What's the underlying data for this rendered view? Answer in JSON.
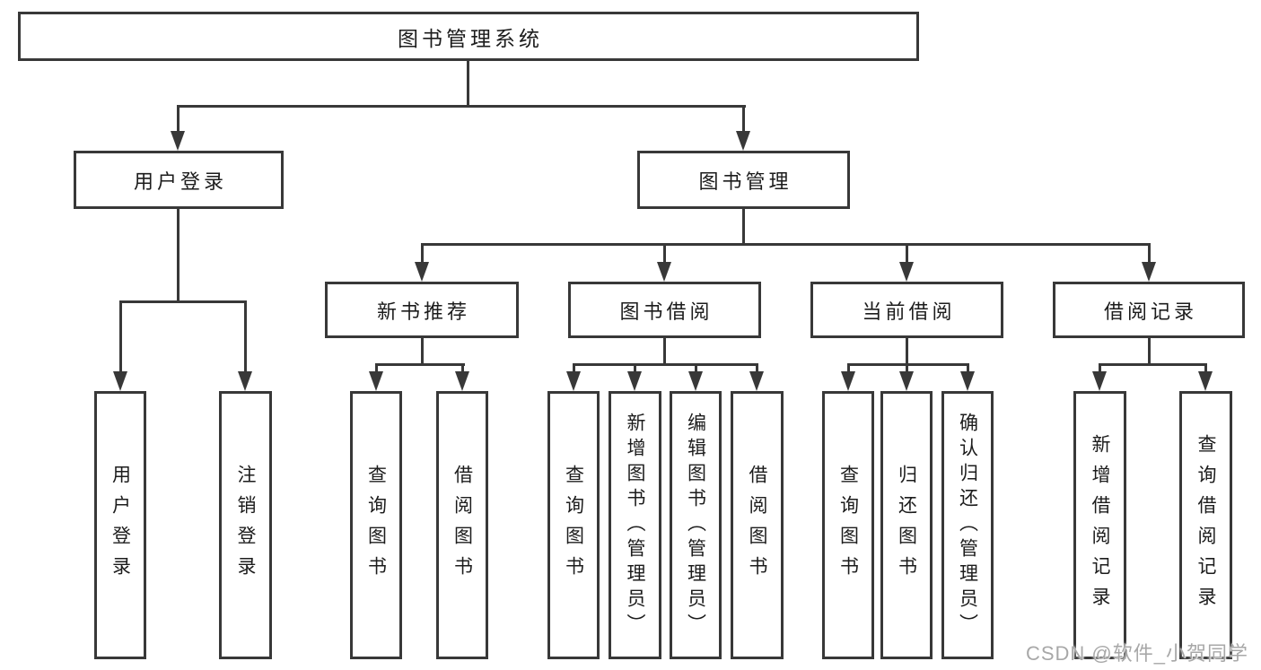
{
  "diagram_title": "图书管理系统",
  "tree": {
    "root": {
      "label": "图书管理系统",
      "children": [
        {
          "label": "用户登录",
          "children": [
            {
              "label": "用户登录"
            },
            {
              "label": "注销登录"
            }
          ]
        },
        {
          "label": "图书管理",
          "children": [
            {
              "label": "新书推荐",
              "children": [
                {
                  "label": "查询图书"
                },
                {
                  "label": "借阅图书"
                }
              ]
            },
            {
              "label": "图书借阅",
              "children": [
                {
                  "label": "查询图书"
                },
                {
                  "label": "新增图书（管理员）"
                },
                {
                  "label": "编辑图书（管理员）"
                },
                {
                  "label": "借阅图书"
                }
              ]
            },
            {
              "label": "当前借阅",
              "children": [
                {
                  "label": "查询图书"
                },
                {
                  "label": "归还图书"
                },
                {
                  "label": "确认归还（管理员）"
                }
              ]
            },
            {
              "label": "借阅记录",
              "children": [
                {
                  "label": "新增借阅记录"
                },
                {
                  "label": "查询借阅记录"
                }
              ]
            }
          ]
        }
      ]
    }
  },
  "watermark": "CSDN @软件_小贺同学",
  "colors": {
    "line": "#383838",
    "text": "#1c1c1c",
    "watermark": "#a8a8a8",
    "background": "#ffffff"
  }
}
